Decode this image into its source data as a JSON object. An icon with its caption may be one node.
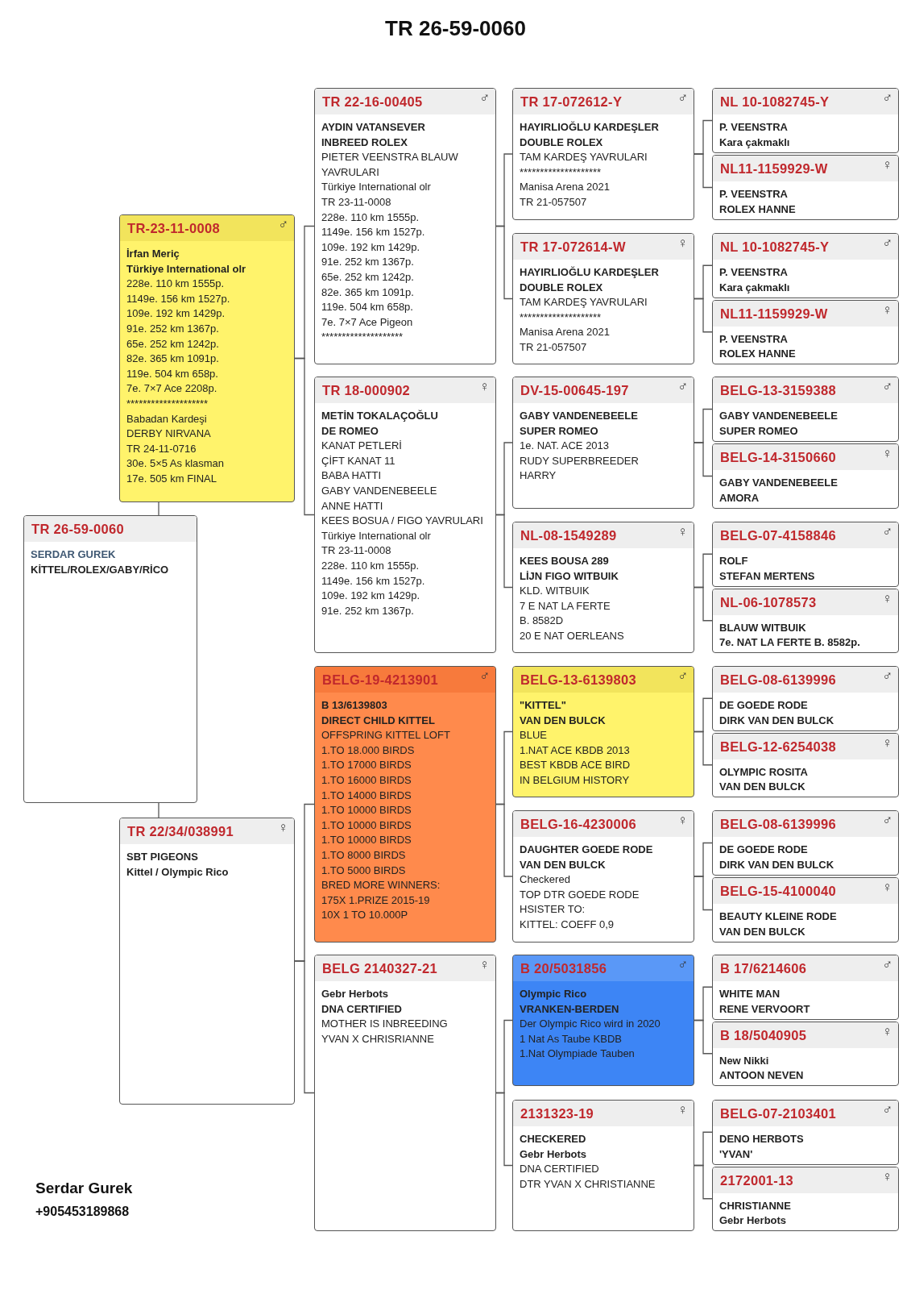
{
  "diagram": {
    "title": "TR 26-59-0060",
    "nodes": [
      {
        "text": [
          "TR 26-59-0060",
          "SERDAR GUREK",
          "KİTTEL/ROLEX/GABY/RİCO"
        ]
      },
      {
        "text": [
          "TR-23-11-0008",
          "♂",
          "İrfan Meriç",
          "Türkiye International olr",
          "228e. 110 km 1555p.",
          "1149e. 156 km 1527p.",
          "109e. 192 km 1429p.",
          "91e. 252 km 1367p.",
          "65e. 252 km 1242p.",
          "82e. 365 km 1091p.",
          "119e. 504 km 658p.",
          "7e. 7×7 Ace 2208p.",
          "********************",
          "Babadan Kardeşi",
          "DERBY NIRVANA",
          "TR 24-11-0716",
          "30e. 5×5 As klasman",
          "17e. 505 km FINAL"
        ]
      },
      {
        "text": [
          "TR 22/34/038991",
          "♀",
          "SBT PIGEONS",
          "Kittel / Olympic Rico"
        ]
      },
      {
        "text": [
          "TR 22-16-00405",
          "♂",
          "AYDIN VATANSEVER",
          "INBREED ROLEX",
          "PIETER VEENSTRA BLAUW YAVRULARI",
          "Türkiye International olr",
          "TR 23-11-0008",
          "228e. 110 km 1555p.",
          "1149e. 156 km 1527p.",
          "109e. 192 km 1429p.",
          "91e. 252 km 1367p.",
          "65e. 252 km 1242p.",
          "82e. 365 km 1091p.",
          "119e. 504 km 658p.",
          "7e. 7×7 Ace Pigeon",
          "********************"
        ]
      },
      {
        "text": [
          "TR 18-000902",
          "♀",
          "METİN TOKALAÇOĞLU",
          "DE ROMEO",
          "KANAT PETLERİ",
          "ÇİFT KANAT 11",
          "BABA HATTI",
          "GABY VANDENEBEELE",
          "ANNE HATTI",
          "KEES BOSUA / FIGO YAVRULARI",
          "Türkiye International olr",
          "TR 23-11-0008",
          "228e. 110 km 1555p.",
          "1149e. 156 km 1527p.",
          "109e. 192 km 1429p.",
          "91e. 252 km 1367p."
        ]
      },
      {
        "text": [
          "BELG-19-4213901",
          "♂",
          "B 13/6139803",
          "DIRECT CHILD KITTEL",
          "OFFSPRING KITTEL LOFT",
          "1.TO 18.000 BIRDS",
          "1.TO 17000 BIRDS",
          "1.TO 16000 BIRDS",
          "1.TO 14000 BIRDS",
          "1.TO 10000 BIRDS",
          "1.TO 10000 BIRDS",
          "1.TO 10000 BIRDS",
          "1.TO 8000 BIRDS",
          "1.TO 5000 BIRDS",
          "BRED MORE WINNERS:",
          "175X 1.PRIZE 2015-19",
          "10X 1 TO 10.000P"
        ]
      },
      {
        "text": [
          "BELG 2140327-21",
          "♀",
          "Gebr Herbots",
          "DNA CERTIFIED",
          "MOTHER IS INBREEDING",
          "YVAN X CHRISRIANNE"
        ]
      },
      {
        "text": [
          "TR 17-072612-Y",
          "♂",
          "HAYIRLIOĞLU KARDEŞLER",
          "DOUBLE ROLEX",
          "TAM KARDEŞ YAVRULARI",
          "********************",
          "Manisa Arena 2021",
          "TR 21-057507"
        ]
      },
      {
        "text": [
          "TR 17-072614-W",
          "♀",
          "HAYIRLIOĞLU KARDEŞLER",
          "DOUBLE ROLEX",
          "TAM KARDEŞ YAVRULARI",
          "********************",
          "Manisa Arena 2021",
          "TR 21-057507"
        ]
      },
      {
        "text": [
          "DV-15-00645-197",
          "♂",
          "GABY VANDENEBEELE",
          "SUPER ROMEO",
          "1e. NAT. ACE 2013",
          "RUDY SUPERBREEDER",
          "HARRY"
        ]
      },
      {
        "text": [
          "NL-08-1549289",
          "♀",
          "KEES BOUSA 289",
          "LİJN FIGO WITBUIK",
          "KLD. WITBUIK",
          "7 E NAT LA FERTE",
          "B. 8582D",
          "20 E NAT OERLEANS"
        ]
      },
      {
        "text": [
          "BELG-13-6139803",
          "♂",
          "\"KITTEL\"",
          "VAN DEN BULCK",
          "BLUE",
          "1.NAT ACE KBDB 2013",
          "BEST KBDB ACE BIRD",
          "IN BELGIUM HISTORY"
        ]
      },
      {
        "text": [
          "BELG-16-4230006",
          "♀",
          "DAUGHTER GOEDE RODE",
          "VAN DEN BULCK",
          "Checkered",
          "TOP DTR GOEDE RODE",
          "HSISTER TO:",
          "KITTEL: COEFF 0,9"
        ]
      },
      {
        "text": [
          "B 20/5031856",
          "♂",
          "Olympic Rico",
          "VRANKEN-BERDEN",
          "Der Olympic Rico wird in 2020",
          "1 Nat As Taube KBDB",
          "1.Nat Olympiade Tauben"
        ]
      },
      {
        "text": [
          "2131323-19",
          "♀",
          "CHECKERED",
          "Gebr Herbots",
          "DNA CERTIFIED",
          "DTR YVAN X CHRISTIANNE"
        ]
      },
      {
        "text": [
          "NL 10-1082745-Y",
          "♂",
          "P. VEENSTRA",
          "Kara çakmaklı"
        ]
      },
      {
        "text": [
          "NL11-1159929-W",
          "♀",
          "P. VEENSTRA",
          "ROLEX HANNE"
        ]
      },
      {
        "text": [
          "NL 10-1082745-Y",
          "♂",
          "P. VEENSTRA",
          "Kara çakmaklı"
        ]
      },
      {
        "text": [
          "NL11-1159929-W",
          "♀",
          "P. VEENSTRA",
          "ROLEX HANNE"
        ]
      },
      {
        "text": [
          "BELG-13-3159388",
          "♂",
          "GABY VANDENEBEELE",
          "SUPER ROMEO"
        ]
      },
      {
        "text": [
          "BELG-14-3150660",
          "♀",
          "GABY VANDENEBEELE",
          "AMORA"
        ]
      },
      {
        "text": [
          "BELG-07-4158846",
          "♂",
          "ROLF",
          "STEFAN MERTENS"
        ]
      },
      {
        "text": [
          "NL-06-1078573",
          "♀",
          "BLAUW WITBUIK",
          "7e. NAT LA FERTE B. 8582p."
        ]
      },
      {
        "text": [
          "BELG-08-6139996",
          "♂",
          "DE GOEDE RODE",
          "DIRK VAN DEN BULCK"
        ]
      },
      {
        "text": [
          "BELG-12-6254038",
          "♀",
          "OLYMPIC ROSITA",
          "VAN DEN BULCK"
        ]
      },
      {
        "text": [
          "BELG-08-6139996",
          "♂",
          "DE GOEDE RODE",
          "DIRK VAN DEN BULCK"
        ]
      },
      {
        "text": [
          "BELG-15-4100040",
          "♀",
          "BEAUTY KLEINE RODE",
          "VAN DEN BULCK"
        ]
      },
      {
        "text": [
          "B 17/6214606",
          "♂",
          "WHITE MAN",
          "RENE VERVOORT"
        ]
      },
      {
        "text": [
          "B 18/5040905",
          "♀",
          "New Nikki",
          "ANTOON NEVEN"
        ]
      },
      {
        "text": [
          "BELG-07-2103401",
          "♂",
          "DENO HERBOTS",
          "'YVAN'"
        ]
      },
      {
        "text": [
          "2172001-13",
          "♀",
          "CHRISTIANNE",
          "Gebr Herbots"
        ]
      }
    ],
    "edges": [
      {
        "from": 0,
        "to": 1,
        "arrow": "none"
      },
      {
        "from": 0,
        "to": 2,
        "arrow": "none"
      },
      {
        "from": 1,
        "to": 3,
        "arrow": "none"
      },
      {
        "from": 1,
        "to": 4,
        "arrow": "none"
      },
      {
        "from": 2,
        "to": 5,
        "arrow": "none"
      },
      {
        "from": 2,
        "to": 6,
        "arrow": "none"
      },
      {
        "from": 3,
        "to": 7,
        "arrow": "none"
      },
      {
        "from": 3,
        "to": 8,
        "arrow": "none"
      },
      {
        "from": 4,
        "to": 9,
        "arrow": "none"
      },
      {
        "from": 4,
        "to": 10,
        "arrow": "none"
      },
      {
        "from": 5,
        "to": 11,
        "arrow": "none"
      },
      {
        "from": 5,
        "to": 12,
        "arrow": "none"
      },
      {
        "from": 6,
        "to": 13,
        "arrow": "none"
      },
      {
        "from": 6,
        "to": 14,
        "arrow": "none"
      },
      {
        "from": 7,
        "to": 15,
        "arrow": "none"
      },
      {
        "from": 7,
        "to": 16,
        "arrow": "none"
      },
      {
        "from": 8,
        "to": 17,
        "arrow": "none"
      },
      {
        "from": 8,
        "to": 18,
        "arrow": "none"
      },
      {
        "from": 9,
        "to": 19,
        "arrow": "none"
      },
      {
        "from": 9,
        "to": 20,
        "arrow": "none"
      },
      {
        "from": 10,
        "to": 21,
        "arrow": "none"
      },
      {
        "from": 10,
        "to": 22,
        "arrow": "none"
      },
      {
        "from": 11,
        "to": 23,
        "arrow": "none"
      },
      {
        "from": 11,
        "to": 24,
        "arrow": "none"
      },
      {
        "from": 12,
        "to": 25,
        "arrow": "none"
      },
      {
        "from": 12,
        "to": 26,
        "arrow": "none"
      },
      {
        "from": 13,
        "to": 27,
        "arrow": "none"
      },
      {
        "from": 13,
        "to": 28,
        "arrow": "none"
      },
      {
        "from": 14,
        "to": 29,
        "arrow": "none"
      },
      {
        "from": 14,
        "to": 30,
        "arrow": "none"
      }
    ],
    "labels": [
      "Serdar Gurek",
      "+905453189868"
    ]
  }
}
